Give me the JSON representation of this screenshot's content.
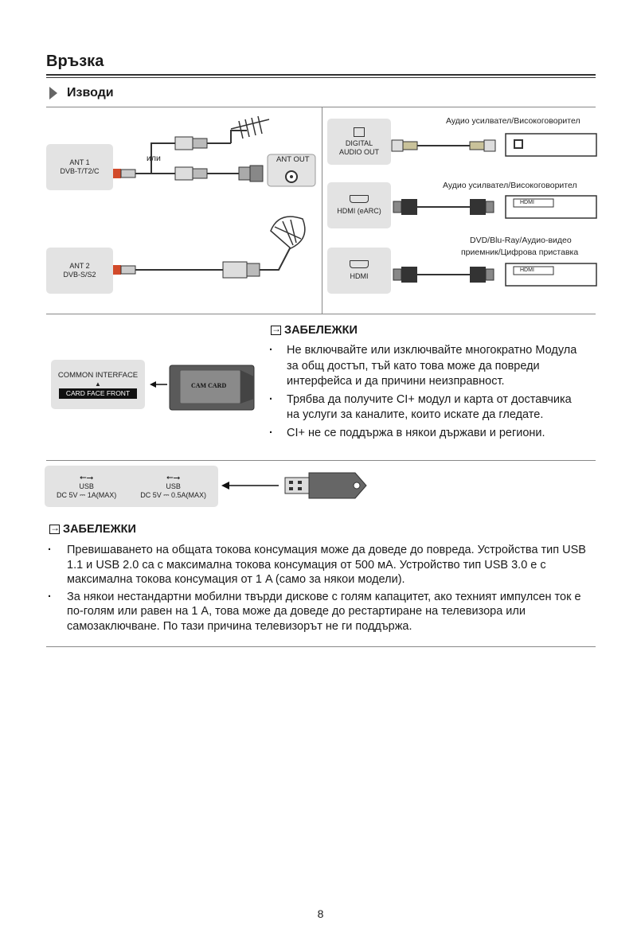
{
  "header": {
    "title": "Връзка",
    "section": "Изводи"
  },
  "antenna": {
    "ant1_line1": "ANT 1",
    "ant1_line2": "DVB-T/T2/C",
    "or_label": "или",
    "ant_out": "ANT OUT",
    "ant2_line1": "ANT 2",
    "ant2_line2": "DVB-S/S2"
  },
  "outputs": {
    "digital_line1": "DIGITAL",
    "digital_line2": "AUDIO OUT",
    "device1": "Аудио усилвател/Високоговорител",
    "hdmi_earc": "HDMI (eARC)",
    "device2": "Аудио усилвател/Високоговорител",
    "hdmi_dev_label": "HDMI",
    "device3_line1": "DVD/Blu-Ray/Аудио-видео",
    "device3_line2": "приемник/Цифрова приставка",
    "hdmi": "HDMI",
    "hdmi_dev_label2": "HDMI"
  },
  "ci": {
    "common_interface": "COMMON INTERFACE",
    "card_face": "CARD FACE FRONT",
    "cam_card": "CAM CARD"
  },
  "notes1": {
    "heading": "ЗАБЕЛЕЖКИ",
    "items": [
      "Не включвайте или изключвайте многократно Модула за общ достъп, тъй като това може да повреди интерфейса и да причини неизправност.",
      "Трябва да получите CI+ модул и карта от доставчика на услуги за каналите, които искате да гледате.",
      "CI+ не се поддържа в някои държави и региони."
    ]
  },
  "usb": {
    "port1_label": "USB",
    "port1_spec": "DC 5V ⎓ 1A(MAX)",
    "port2_label": "USB",
    "port2_spec": "DC 5V ⎓ 0.5A(MAX)"
  },
  "notes2": {
    "heading": "ЗАБЕЛЕЖКИ",
    "items": [
      "Превишаването на общата токова консумация може да доведе до повреда. Устройства тип USB 1.1 и USB 2.0 са с максимална токова консумация от 500 мА. Устройство тип USB 3.0 е с максимална токова консумация от 1 A (само за някои модели).",
      "За някои нестандартни мобилни твърди дискове с голям капацитет, ако техният импулсен ток е по-голям или равен на 1 A, това може да доведе до рестартиране на телевизора или самозаключване. По тази причина телевизорът не ги поддържа."
    ]
  },
  "footer": {
    "page": "8"
  }
}
